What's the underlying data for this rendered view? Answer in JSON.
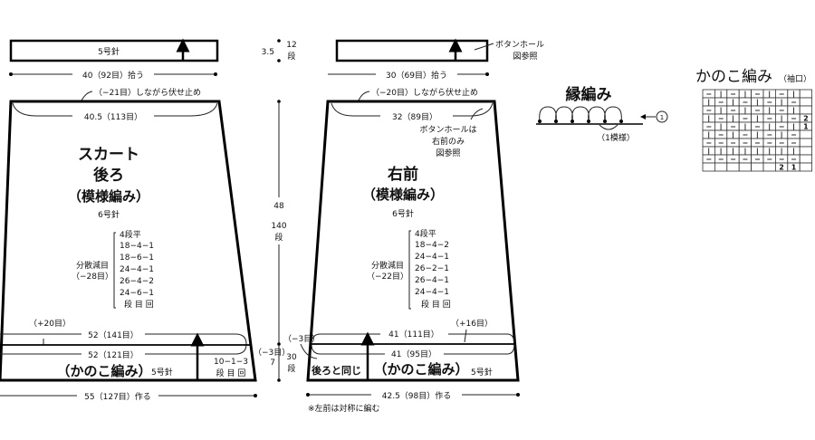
{
  "back": {
    "band_needle": "5号針",
    "pickup": "40（92目）拾う",
    "bindoff": "（−21目）しながら伏せ止め",
    "top_width": "40.5（113目）",
    "title_lines": [
      "スカート",
      "後ろ"
    ],
    "pattern": "（模様編み）",
    "needle": "6号針",
    "decrease_label": "分散減目",
    "decrease_count": "（−28目）",
    "decrease_rows": [
      "4段平",
      "18−4−1",
      "18−6−1",
      "24−4−1",
      "26−4−2",
      "24−6−1",
      "段 目 回"
    ],
    "increase": "（+20目）",
    "width_upper": "52（141目）",
    "width_lower": "52（121目）",
    "hem_pattern": "（かのこ編み）",
    "hem_needle": "5号針",
    "side_dec": "10−1−3",
    "side_dec_unit": "段 目 回",
    "side_minus": "（−3目）",
    "cast_on": "55（127目）作る"
  },
  "vertical": {
    "band_cm": "3.5",
    "band_rows": "12",
    "band_rows_unit": "段",
    "body_cm": "48",
    "body_rows": "140",
    "body_rows_unit": "段",
    "hem_cm": "7",
    "hem_rows": "30",
    "hem_rows_unit": "段"
  },
  "front": {
    "buttonhole_note": [
      "ボタンホール",
      "図参照"
    ],
    "pickup": "30（69目）拾う",
    "bindoff": "（−20目）しながら伏せ止め",
    "top_width": "32（89目）",
    "buttonhole_note2": [
      "ボタンホールは",
      "右前のみ",
      "図参照"
    ],
    "title": "右前",
    "pattern": "（模様編み）",
    "needle": "6号針",
    "decrease_label": "分散減目",
    "decrease_count": "（−22目）",
    "decrease_rows": [
      "4段平",
      "18−4−2",
      "24−4−1",
      "26−2−1",
      "26−4−1",
      "24−4−1",
      "段 目 回"
    ],
    "increase": "（+16目）",
    "width_upper": "41（111目）",
    "width_lower": "41（95目）",
    "side_minus": "（−3目）",
    "same_as_back": "後ろと同じ",
    "hem_pattern": "（かのこ編み）",
    "hem_needle": "5号針",
    "cast_on": "42.5（98目）作る",
    "note": "※左前は対称に編む"
  },
  "edging": {
    "title": "縁編み",
    "repeat": "（1模様）",
    "start_mark": "1"
  },
  "kanoko_chart": {
    "title": "かのこ編み",
    "subtitle": "（袖口）",
    "rows": [
      [
        "−",
        "|",
        "−",
        "|",
        "−",
        "|",
        "−",
        "|",
        ""
      ],
      [
        "|",
        "−",
        "|",
        "−",
        "|",
        "−",
        "|",
        "−",
        ""
      ],
      [
        "−",
        "|",
        "−",
        "|",
        "−",
        "|",
        "−",
        "|",
        ""
      ],
      [
        "|",
        "−",
        "|",
        "−",
        "|",
        "−",
        "|",
        "−",
        "2"
      ],
      [
        "−",
        "|",
        "−",
        "|",
        "−",
        "|",
        "−",
        "|",
        "1"
      ],
      [
        "|",
        "−",
        "|",
        "−",
        "|",
        "−",
        "|",
        "−",
        ""
      ],
      [
        "−",
        "−",
        "−",
        "−",
        "−",
        "−",
        "−",
        "−",
        ""
      ],
      [
        "|",
        "|",
        "|",
        "|",
        "|",
        "|",
        "|",
        "|",
        ""
      ],
      [
        "−",
        "−",
        "−",
        "−",
        "−",
        "−",
        "−",
        "−",
        ""
      ],
      [
        "",
        "",
        "",
        "",
        "",
        "",
        "2",
        "1",
        ""
      ]
    ]
  }
}
